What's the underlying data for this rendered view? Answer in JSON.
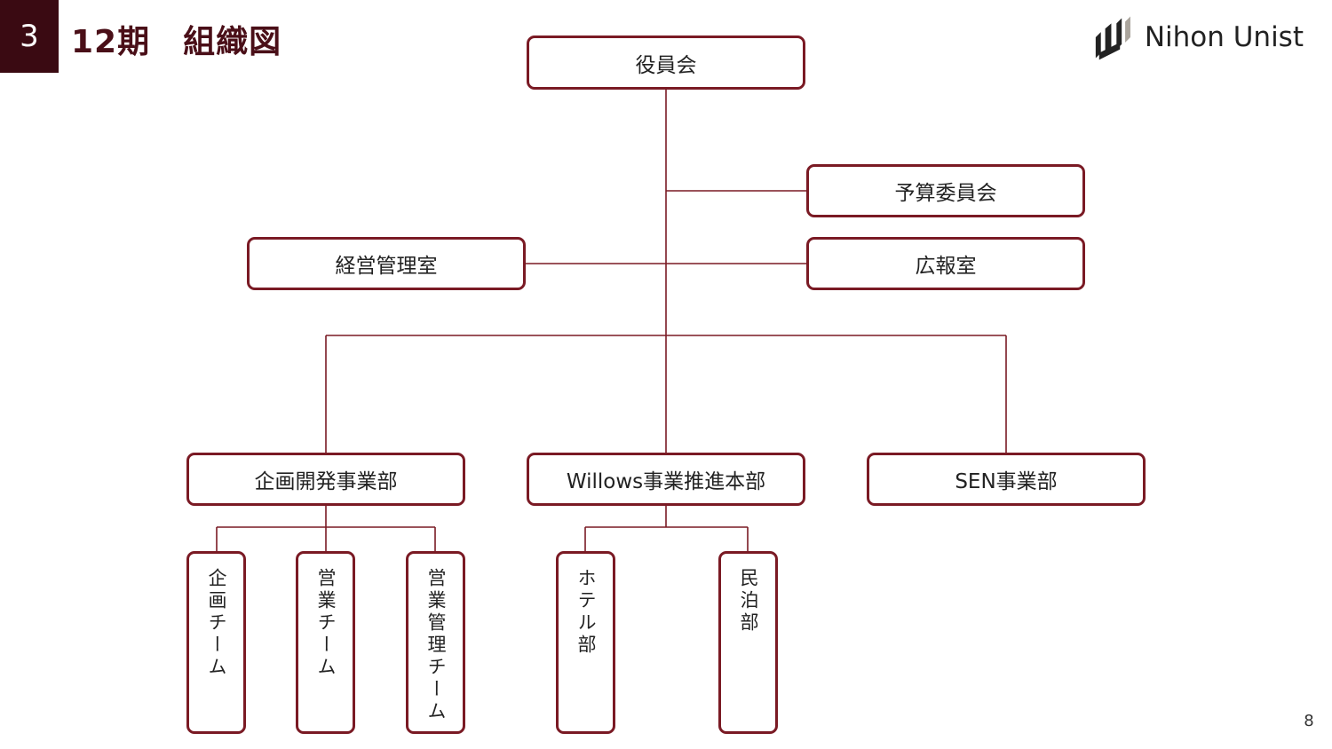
{
  "header": {
    "section_number": "3",
    "title": "12期　組織図"
  },
  "logo": {
    "text": "Nihon Unist"
  },
  "org": {
    "board": "役員会",
    "budget_committee": "予算委員会",
    "management_office": "経営管理室",
    "pr_office": "広報室",
    "divisions": {
      "planning_dev": "企画開発事業部",
      "willows": "Willows事業推進本部",
      "sen": "SEN事業部"
    },
    "teams": {
      "planning_team": "企画チーム",
      "sales_team": "営業チーム",
      "sales_mgmt_team": "営業管理チーム",
      "hotel_dept": "ホテル部",
      "minpaku_dept": "民泊部"
    }
  },
  "page_number": "8",
  "colors": {
    "accent": "#7a1a24",
    "title": "#4a0f18",
    "badge_bg": "#3a0a12",
    "logo_gray": "#aaa49c"
  }
}
